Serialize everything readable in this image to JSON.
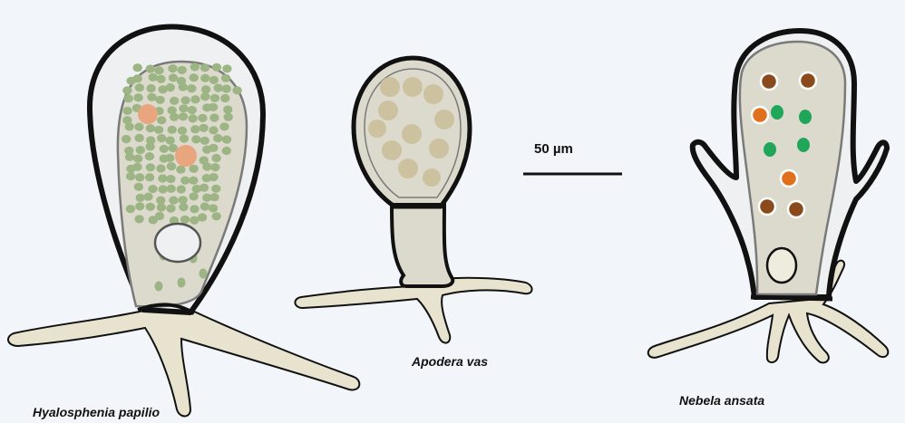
{
  "organisms": [
    {
      "name": "Hyalosphenia papilio"
    },
    {
      "name": "Apodera vas"
    },
    {
      "name": "Nebela ansata"
    }
  ],
  "scale_bar": {
    "label": "50 µm"
  },
  "colors": {
    "background": "#f2f6fb",
    "shell_fill": "#eef0f2",
    "cytoplasm": "#dcd9cd",
    "pseudopod": "#e8e3cf",
    "outline": "#111111",
    "zoochlorellae": "#9db585",
    "orange_body": "#e8a57e",
    "vacuole": "#e3dfcf",
    "brown_granule": "#8a4a1c",
    "orange_granule": "#e0701c",
    "green_granule": "#1fa659"
  }
}
